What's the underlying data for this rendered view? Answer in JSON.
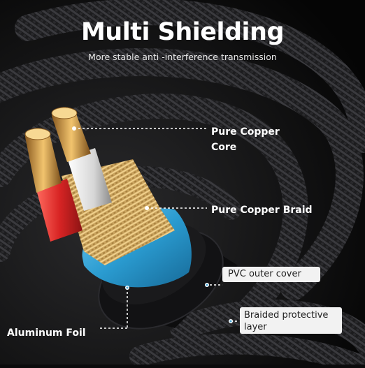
{
  "header": {
    "title": "Multi Shielding",
    "subtitle": "More stable anti -interference transmission"
  },
  "labels": {
    "core_line1": "Pure Copper",
    "core_line2": "Core",
    "braid": "Pure Copper Braid",
    "pvc": "PVC outer cover",
    "braided_line1": "Braided protective",
    "braided_line2": "layer",
    "foil": "Aluminum Foil"
  },
  "colors": {
    "background": "#0b0b0c",
    "red_insulation": "#d0282a",
    "white_insulation": "#dcdcdc",
    "copper": "#d9a24a",
    "foil_blue": "#3aa7d8",
    "jacket": "#111111",
    "label_box": "#f2f2f2"
  }
}
